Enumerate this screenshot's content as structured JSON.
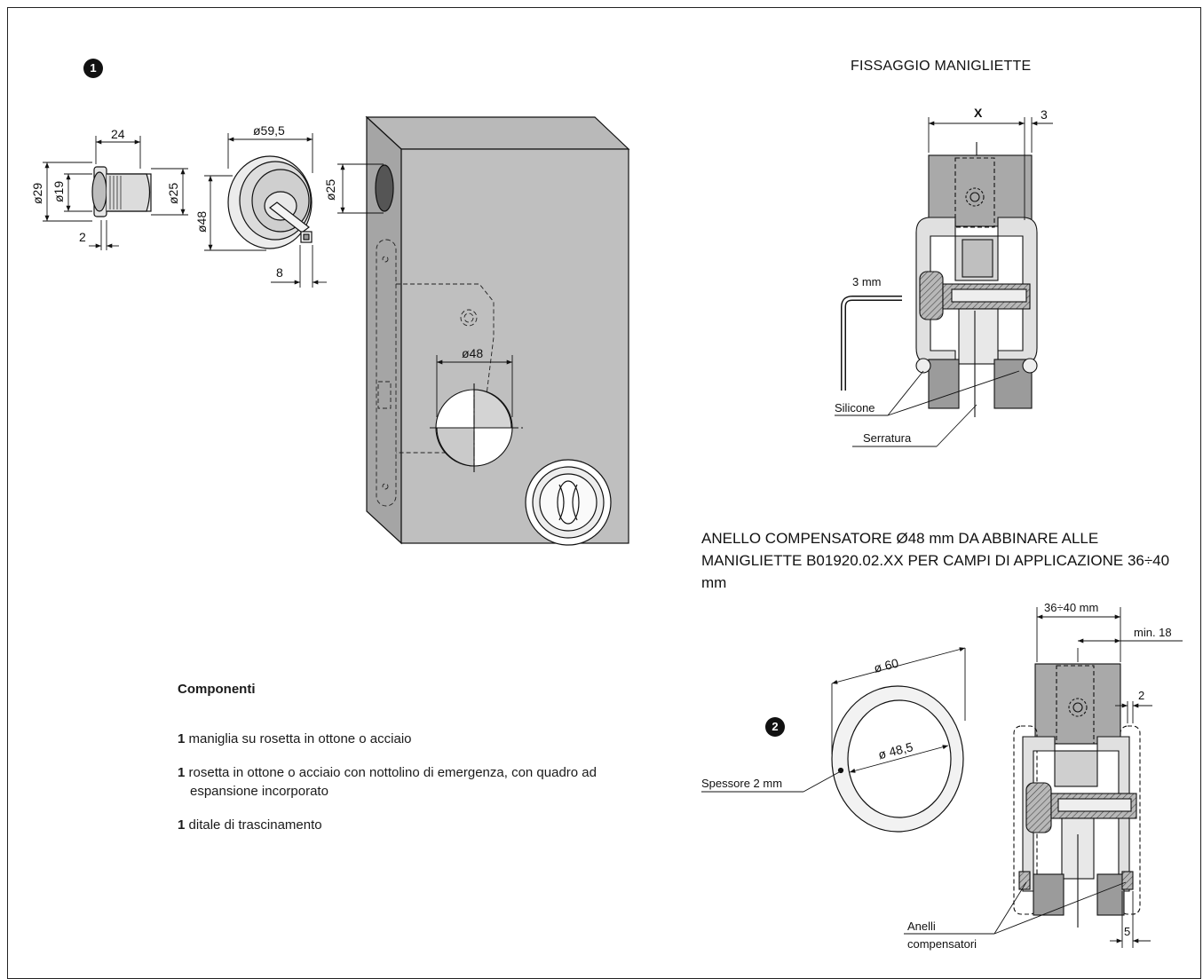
{
  "figure1": {
    "badge": "1",
    "dimensions": {
      "d24": "24",
      "d29": "ø29",
      "d19": "ø19",
      "d25a": "ø25",
      "d2": "2",
      "d59_5": "ø59,5",
      "d48a": "ø48",
      "d8": "8",
      "d25b": "ø25",
      "d48b": "ø48"
    }
  },
  "fixing": {
    "title": "FISSAGGIO MANIGLIETTE",
    "dim_x": "X",
    "dim_3": "3",
    "key_label": "3 mm",
    "silicone": "Silicone",
    "serratura": "Serratura"
  },
  "ring": {
    "caption": "ANELLO COMPENSATORE Ø48 mm DA ABBINARE ALLE MANIGLIETTE B01920.02.XX PER CAMPI DI APPLICAZIONE 36÷40 mm",
    "badge": "2",
    "outer_d": "ø 60",
    "inner_d": "ø 48,5",
    "thickness": "Spessore 2 mm",
    "range": "36÷40 mm",
    "min": "min. 18",
    "dim_2": "2",
    "dim_5": "5",
    "anelli_1": "Anelli",
    "anelli_2": "compensatori"
  },
  "components": {
    "title": "Componenti",
    "items": [
      {
        "qty": "1",
        "text": "maniglia su rosetta in ottone o acciaio"
      },
      {
        "qty": "1",
        "text": "rosetta in ottone o acciaio con nottolino di emergenza, con quadro ad espansione incorporato"
      },
      {
        "qty": "1",
        "text": "ditale di trascinamento"
      }
    ]
  }
}
